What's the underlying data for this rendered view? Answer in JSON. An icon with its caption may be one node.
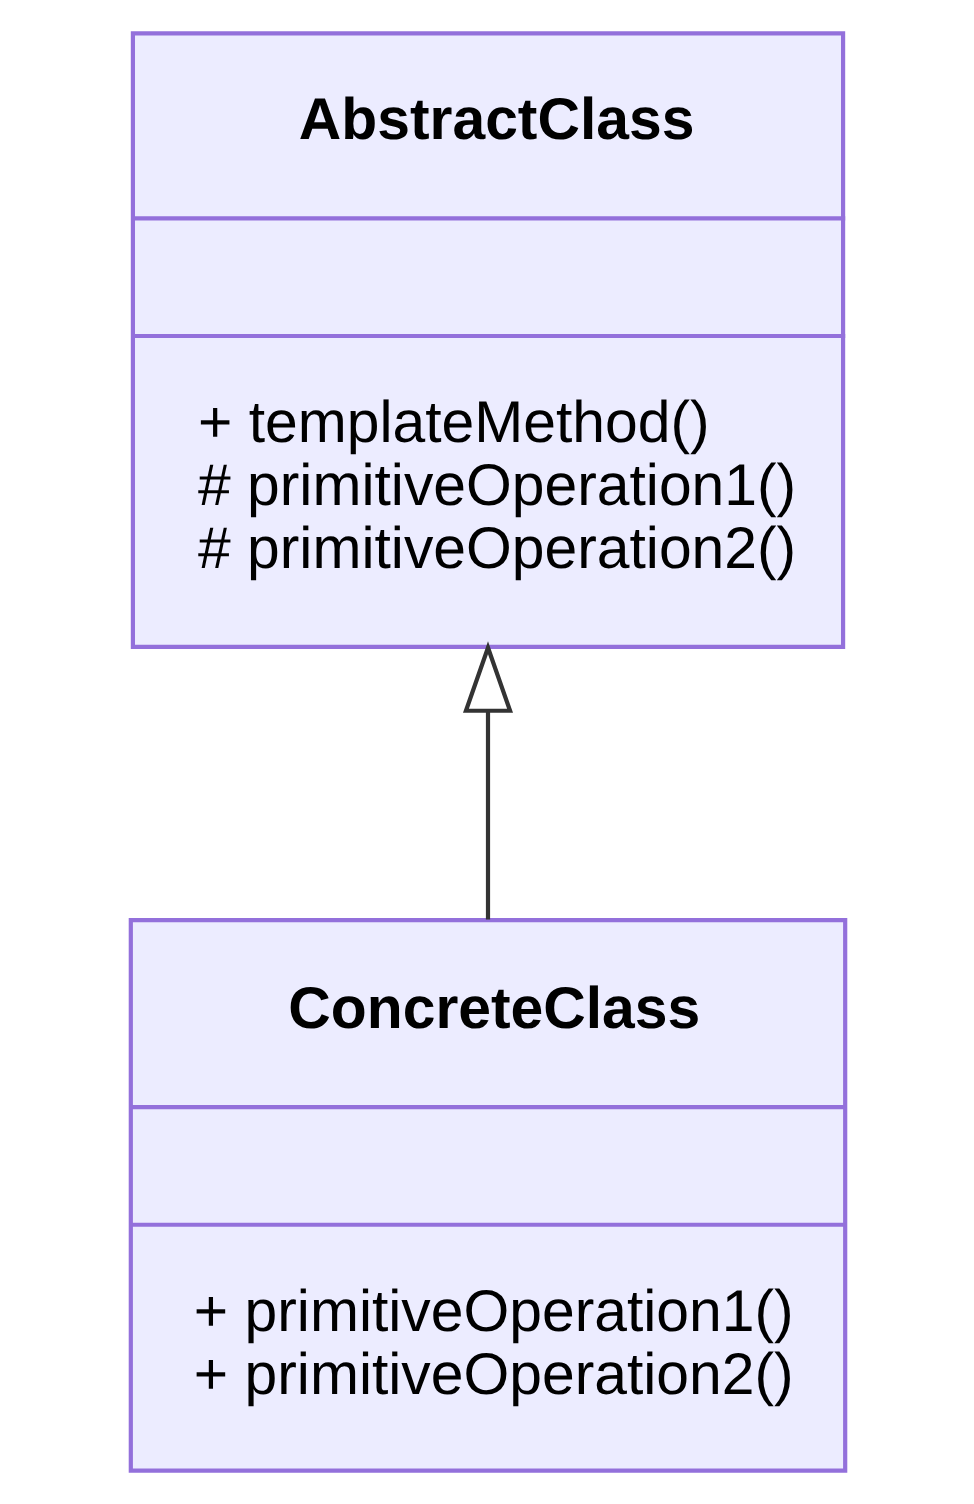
{
  "diagram": {
    "nodes": [
      {
        "text": [
          "AbstractClass",
          "+ templateMethod()",
          "# primitiveOperation1()",
          "# primitiveOperation2()"
        ]
      },
      {
        "text": [
          "ConcreteClass",
          "+ primitiveOperation1()",
          "+ primitiveOperation2()"
        ]
      }
    ],
    "edges": [
      {
        "from": 1,
        "to": 0,
        "arrow": "to"
      }
    ]
  }
}
